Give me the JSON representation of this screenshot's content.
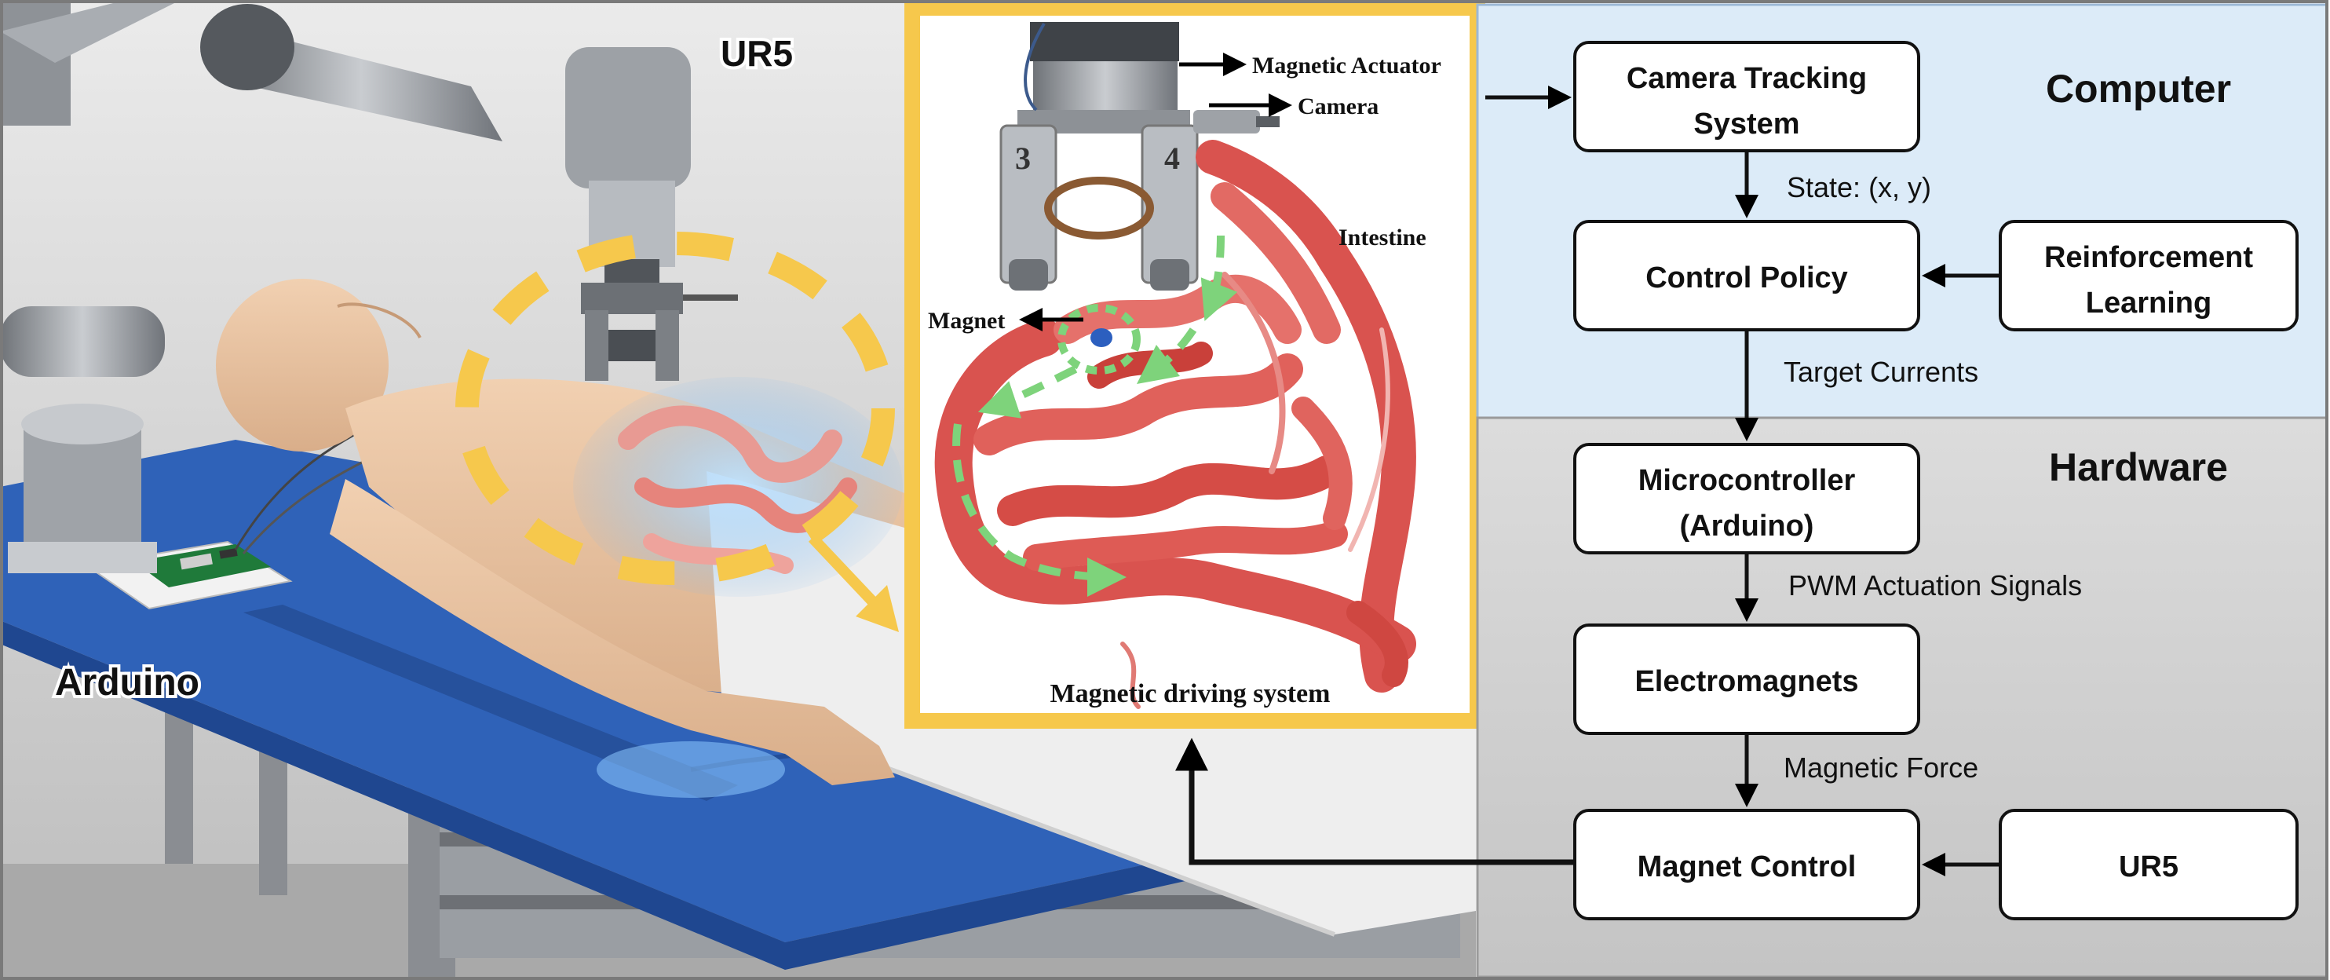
{
  "scene": {
    "ur5_label": "UR5",
    "arduino_label": "Arduino"
  },
  "inset": {
    "caption": "Magnetic driving system",
    "callouts": {
      "magnetic_actuator": "Magnetic Actuator",
      "camera": "Camera",
      "intestine": "Intestine",
      "magnet": "Magnet"
    }
  },
  "panels": {
    "computer": "Computer",
    "hardware": "Hardware"
  },
  "flow": {
    "camera_tracking_line1": "Camera Tracking",
    "camera_tracking_line2": "System",
    "state": "State: (x, y)",
    "control_policy": "Control Policy",
    "rl_line1": "Reinforcement",
    "rl_line2": "Learning",
    "target_currents": "Target Currents",
    "micro_line1": "Microcontroller",
    "micro_line2": "(Arduino)",
    "pwm": "PWM Actuation Signals",
    "electromagnets": "Electromagnets",
    "magnetic_force": "Magnetic Force",
    "magnet_control": "Magnet Control",
    "ur5_box": "UR5"
  },
  "colors": {
    "accent_yellow": "#f6c84c",
    "computer_panel": "#dcebf8",
    "hardware_panel": "#d6d6d6",
    "intestine_red": "#d9534f",
    "path_green": "#7ed37b",
    "table_blue": "#3a6fc4"
  }
}
